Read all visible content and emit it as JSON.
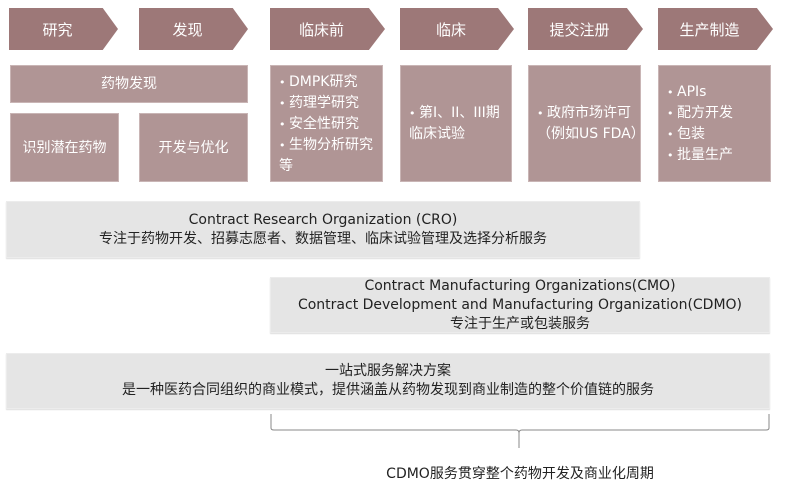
{
  "stages": [
    "研究",
    "发现",
    "临床前",
    "临床",
    "提交注册",
    "生产制造"
  ],
  "discovery": {
    "title": "药物发现",
    "sub1": "识别潜在药物",
    "sub2": "开发与优化"
  },
  "preclinical": [
    "DMPK研究",
    "药理学研究",
    "安全性研究",
    "生物分析研究等"
  ],
  "clinical": [
    "第I、II、III期临床试验"
  ],
  "registration": [
    "政府市场许可（例如US FDA）"
  ],
  "manufacturing": [
    "APIs",
    "配方开发",
    "包装",
    "批量生产"
  ],
  "cro": {
    "line1": "Contract Research Organization (CRO)",
    "line2": "专注于药物开发、招募志愿者、数据管理、临床试验管理及选择分析服务"
  },
  "cmo": {
    "line1": "Contract Manufacturing Organizations(CMO)",
    "line2": "Contract Development and Manufacturing Organization(CDMO)",
    "line3": "专注于生产或包装服务"
  },
  "onestop": {
    "line1": "一站式服务解决方案",
    "line2": "是一种医药合同组织的商业模式，提供涵盖从药物发现到商业制造的整个价值链的服务"
  },
  "caption": "CDMO服务贯穿整个药物开发及商业化周期"
}
